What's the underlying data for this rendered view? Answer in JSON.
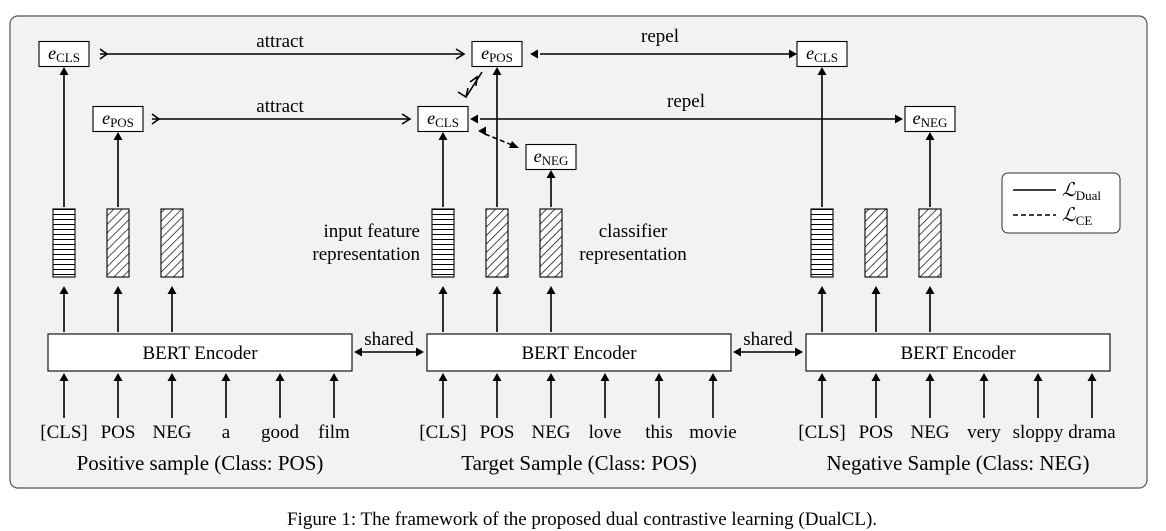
{
  "caption": "Figure 1: The framework of the proposed dual contrastive learning (DualCL).",
  "sections": {
    "positive": {
      "label": "Positive sample (Class: POS)",
      "encoder": "BERT Encoder",
      "tokens": [
        "[CLS]",
        "POS",
        "NEG",
        "a",
        "good",
        "film"
      ]
    },
    "target": {
      "label": "Target Sample (Class: POS)",
      "encoder": "BERT Encoder",
      "tokens": [
        "[CLS]",
        "POS",
        "NEG",
        "love",
        "this",
        "movie"
      ]
    },
    "negative": {
      "label": "Negative Sample (Class: NEG)",
      "encoder": "BERT Encoder",
      "tokens": [
        "[CLS]",
        "POS",
        "NEG",
        "very",
        "sloppy",
        "drama"
      ]
    }
  },
  "shared_left": "shared",
  "shared_right": "shared",
  "edges": {
    "attract_top": "attract",
    "attract_mid": "attract",
    "repel_top": "repel",
    "repel_mid": "repel"
  },
  "embeddings": {
    "letter": "e",
    "cls_sub": "CLS",
    "pos_sub": "POS",
    "neg_sub": "NEG"
  },
  "annotations": {
    "input_feature_line1": "input feature",
    "input_feature_line2": "representation",
    "classifier_line1": "classifier",
    "classifier_line2": "representation"
  },
  "legend": {
    "symbol": "ℒ",
    "dual_sub": "Dual",
    "ce_sub": "CE",
    "solid_style": "solid",
    "dashed_style": "dashed"
  }
}
